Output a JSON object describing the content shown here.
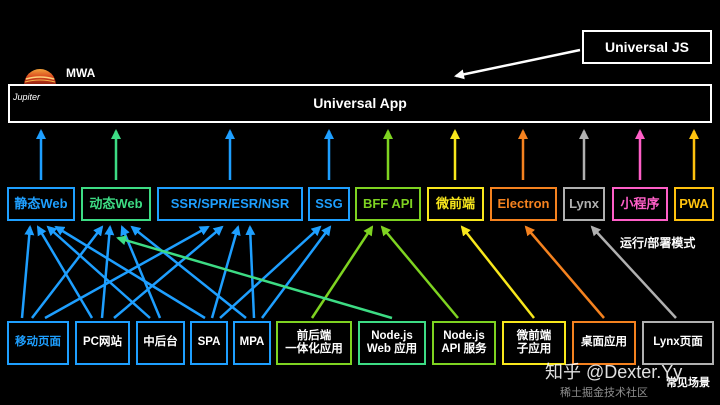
{
  "top": {
    "universal_js": "Universal JS",
    "universal_app": "Universal App",
    "mwa": "MWA",
    "jupiter": "Jupiter"
  },
  "middle": [
    {
      "label": "静态Web",
      "color": "#1e9fff"
    },
    {
      "label": "动态Web",
      "color": "#3ddc84"
    },
    {
      "label": "SSR/SPR/ESR/NSR",
      "color": "#1e9fff"
    },
    {
      "label": "SSG",
      "color": "#1e9fff"
    },
    {
      "label": "BFF API",
      "color": "#7ed321"
    },
    {
      "label": "微前端",
      "color": "#f8e71c"
    },
    {
      "label": "Electron",
      "color": "#f5821f"
    },
    {
      "label": "Lynx",
      "color": "#b0b0b0"
    },
    {
      "label": "小程序",
      "color": "#ff5fc8"
    },
    {
      "label": "PWA",
      "color": "#ffc20e"
    }
  ],
  "side_labels": {
    "deploy_modes": "运行/部署模式",
    "scenarios": "常见场景",
    "watermark": "知乎 @Dexter.Yy",
    "watermark2": "稀土掘金技术社区"
  },
  "bottom": [
    {
      "lines": [
        "移动页面"
      ],
      "color": "#1e9fff"
    },
    {
      "lines": [
        "PC网站"
      ],
      "color": "#1e9fff"
    },
    {
      "lines": [
        "中后台"
      ],
      "color": "#1e9fff"
    },
    {
      "lines": [
        "SPA"
      ],
      "color": "#1e9fff"
    },
    {
      "lines": [
        "MPA"
      ],
      "color": "#1e9fff"
    },
    {
      "lines": [
        "前后端",
        "一体化应用"
      ],
      "color": "#7ed321"
    },
    {
      "lines": [
        "Node.js",
        "Web 应用"
      ],
      "color": "#3ddc84"
    },
    {
      "lines": [
        "Node.js",
        "API 服务"
      ],
      "color": "#7ed321"
    },
    {
      "lines": [
        "微前端",
        "子应用"
      ],
      "color": "#f8e71c"
    },
    {
      "lines": [
        "桌面应用"
      ],
      "color": "#f5821f"
    },
    {
      "lines": [
        "Lynx页面"
      ],
      "color": "#b0b0b0"
    }
  ]
}
